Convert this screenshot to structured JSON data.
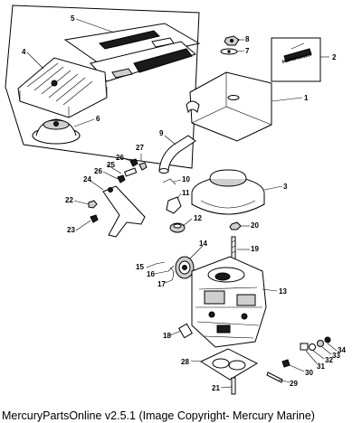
{
  "callouts": [
    "1",
    "2",
    "3",
    "4",
    "5",
    "6",
    "7",
    "8",
    "9",
    "10",
    "11",
    "12",
    "13",
    "14",
    "15",
    "16",
    "17",
    "18",
    "19",
    "20",
    "21",
    "22",
    "23",
    "24",
    "25",
    "26",
    "27",
    "28",
    "29",
    "30",
    "31",
    "32",
    "33",
    "34"
  ],
  "decal_logo_text": "MERCRUISER",
  "caption": "MercuryPartsOnline v2.5.1 (Image Copyright- Mercury Marine)"
}
